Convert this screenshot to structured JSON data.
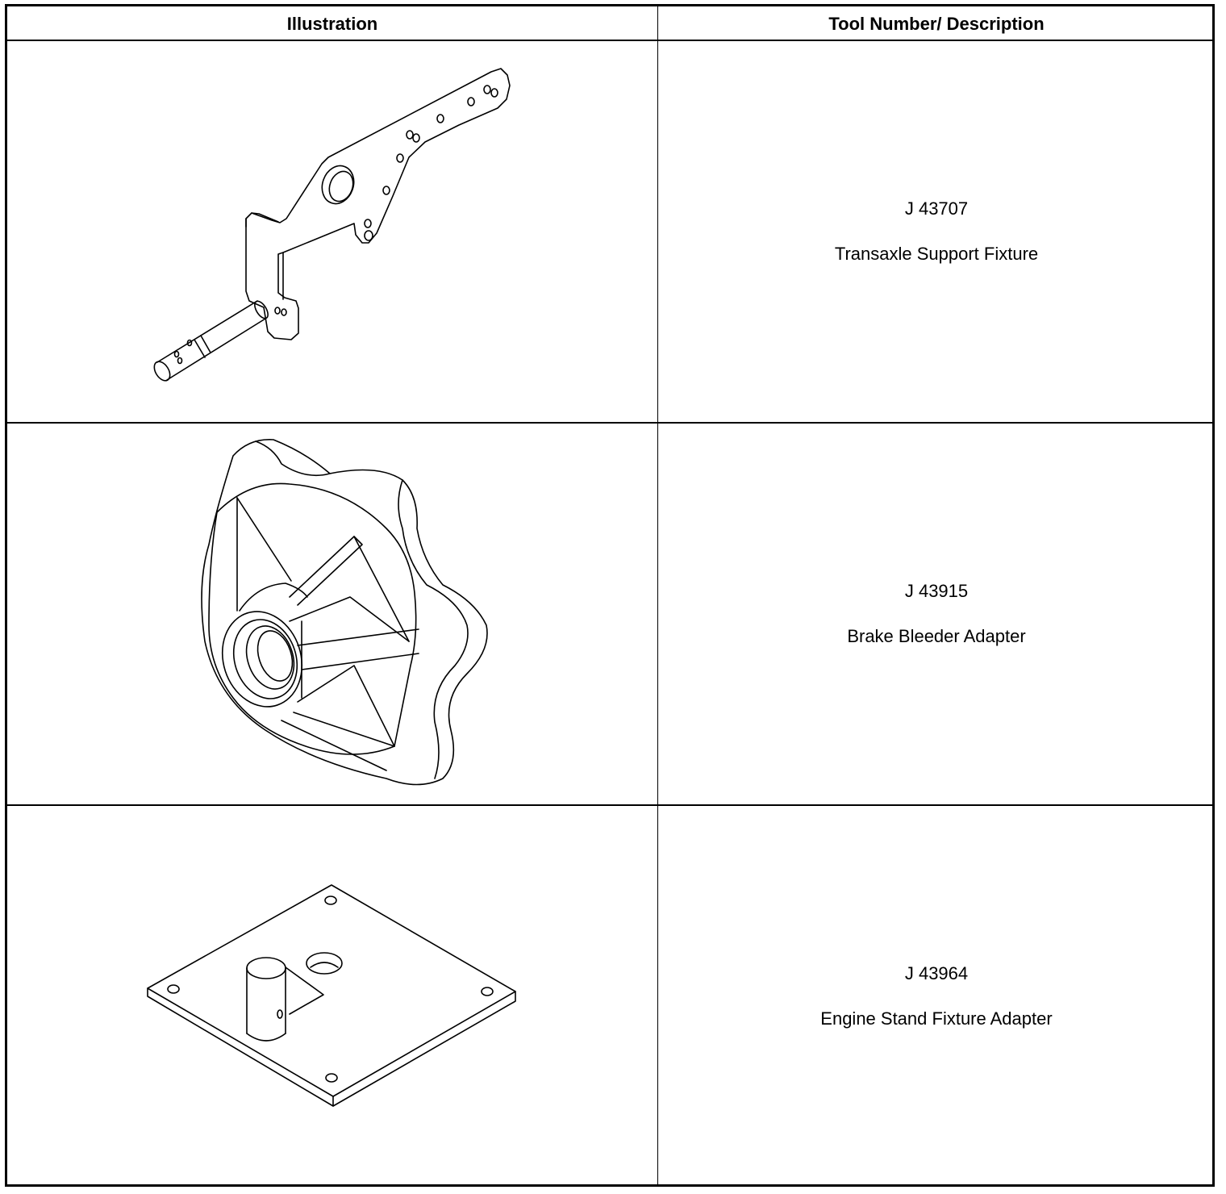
{
  "table": {
    "headers": [
      "Illustration",
      "Tool Number/ Description"
    ],
    "rows": [
      {
        "tool_number": "J 43707",
        "description": "Transaxle Support Fixture",
        "icon": "support-fixture-illustration"
      },
      {
        "tool_number": "J 43915",
        "description": "Brake Bleeder Adapter",
        "icon": "bleeder-adapter-illustration"
      },
      {
        "tool_number": "J 43964",
        "description": "Engine Stand Fixture Adapter",
        "icon": "stand-adapter-illustration"
      }
    ]
  }
}
